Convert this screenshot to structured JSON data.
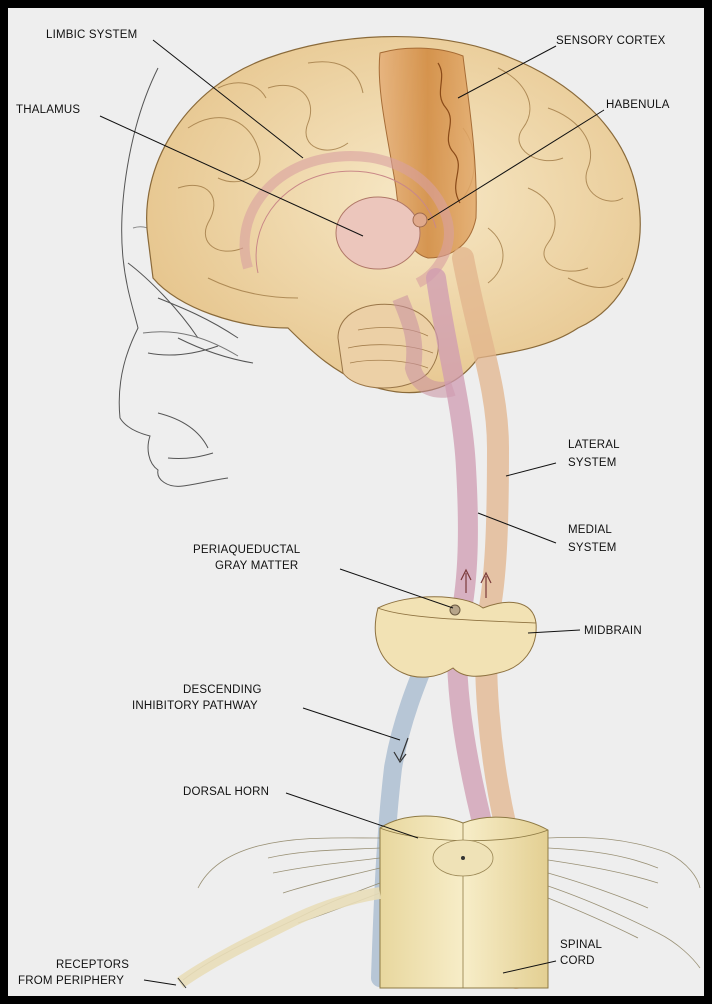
{
  "labels": {
    "limbic_system": "LIMBIC SYSTEM",
    "sensory_cortex": "SENSORY CORTEX",
    "thalamus": "THALAMUS",
    "habenula": "HABENULA",
    "lateral_1": "LATERAL",
    "lateral_2": "SYSTEM",
    "medial_1": "MEDIAL",
    "medial_2": "SYSTEM",
    "pag_1": "PERIAQUEDUCTAL",
    "pag_2": "GRAY MATTER",
    "midbrain": "MIDBRAIN",
    "descending_1": "DESCENDING",
    "descending_2": "INHIBITORY PATHWAY",
    "dorsal_horn": "DORSAL HORN",
    "receptors_1": "RECEPTORS",
    "receptors_2": "FROM PERIPHERY",
    "spinal_1": "SPINAL",
    "spinal_2": "CORD"
  },
  "colors": {
    "background": "#eeeeee",
    "frame": "#000000",
    "brain_fill": "#f0d9a8",
    "cortex_band": "#d99a55",
    "limbic_pink": "#e8b4b0",
    "lateral_tract": "#e2b48c",
    "medial_tract": "#cf9bb2",
    "descending_tract": "#a9bcd0",
    "cord_fill": "#f3e6b8"
  }
}
